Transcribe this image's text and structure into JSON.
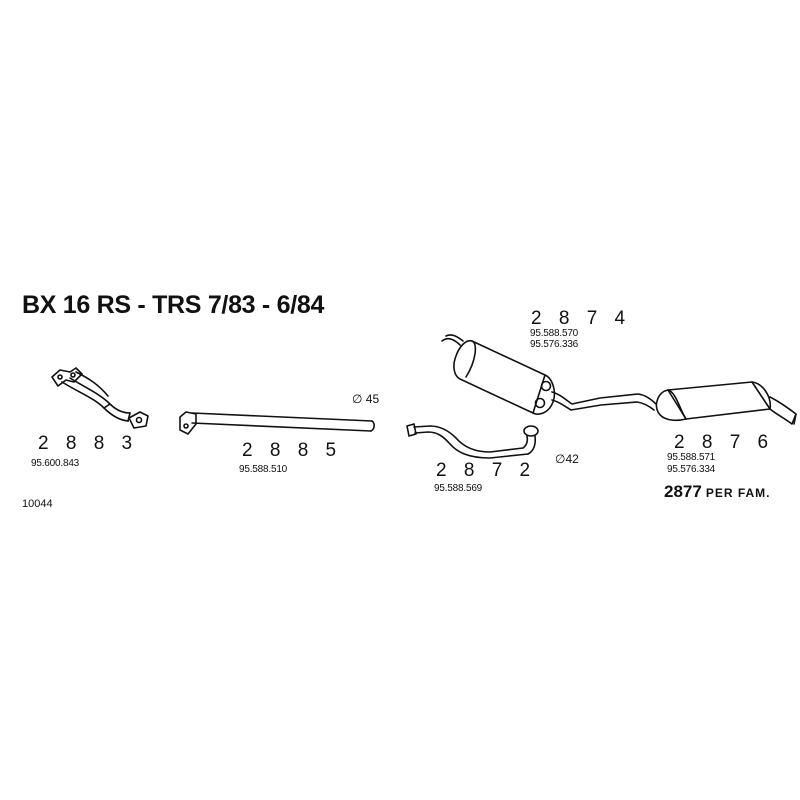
{
  "title": "BX 16 RS - TRS  7/83 - 6/84",
  "catalog_code": "10044",
  "parts": {
    "p2883": {
      "number": "2 8 8 3",
      "refs": [
        "95.600.843"
      ]
    },
    "p2885": {
      "number": "2 8 8 5",
      "refs": [
        "95.588.510"
      ],
      "diameter": "∅ 45"
    },
    "p2872": {
      "number": "2 8 7 2",
      "refs": [
        "95.588.569"
      ],
      "diameter": "∅42"
    },
    "p2874": {
      "number": "2 8 7 4",
      "refs": [
        "95.588.570",
        "95.576.336"
      ]
    },
    "p2876": {
      "number": "2 8 7 6",
      "refs": [
        "95.588.571",
        "95.576.334"
      ],
      "family_number": "2877",
      "family_text": "PER FAM."
    }
  }
}
